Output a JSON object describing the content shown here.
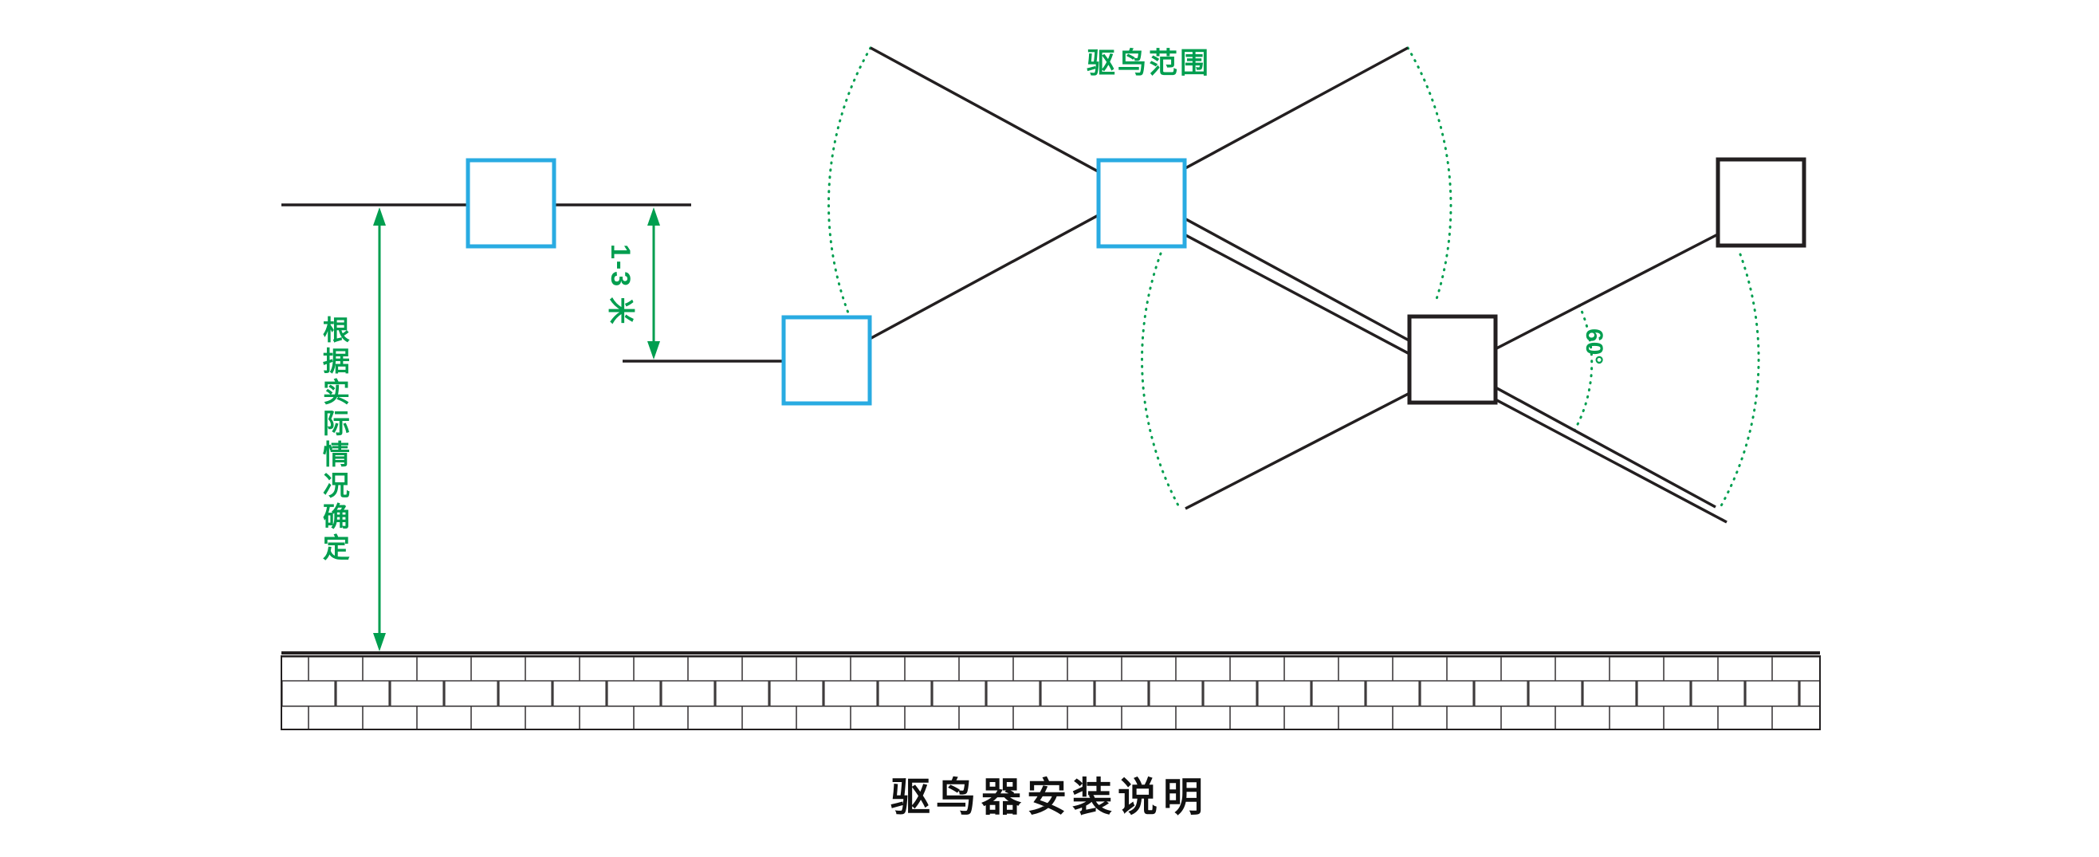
{
  "colors": {
    "green": "#009e4f",
    "cyan": "#29abe2",
    "line": "#231f20",
    "title": "#111111"
  },
  "labels": {
    "height_note": "根据实际情况确定",
    "distance": "1-3 米",
    "range": "驱鸟范围",
    "angle": "60°",
    "title": "驱鸟器安装说明"
  }
}
